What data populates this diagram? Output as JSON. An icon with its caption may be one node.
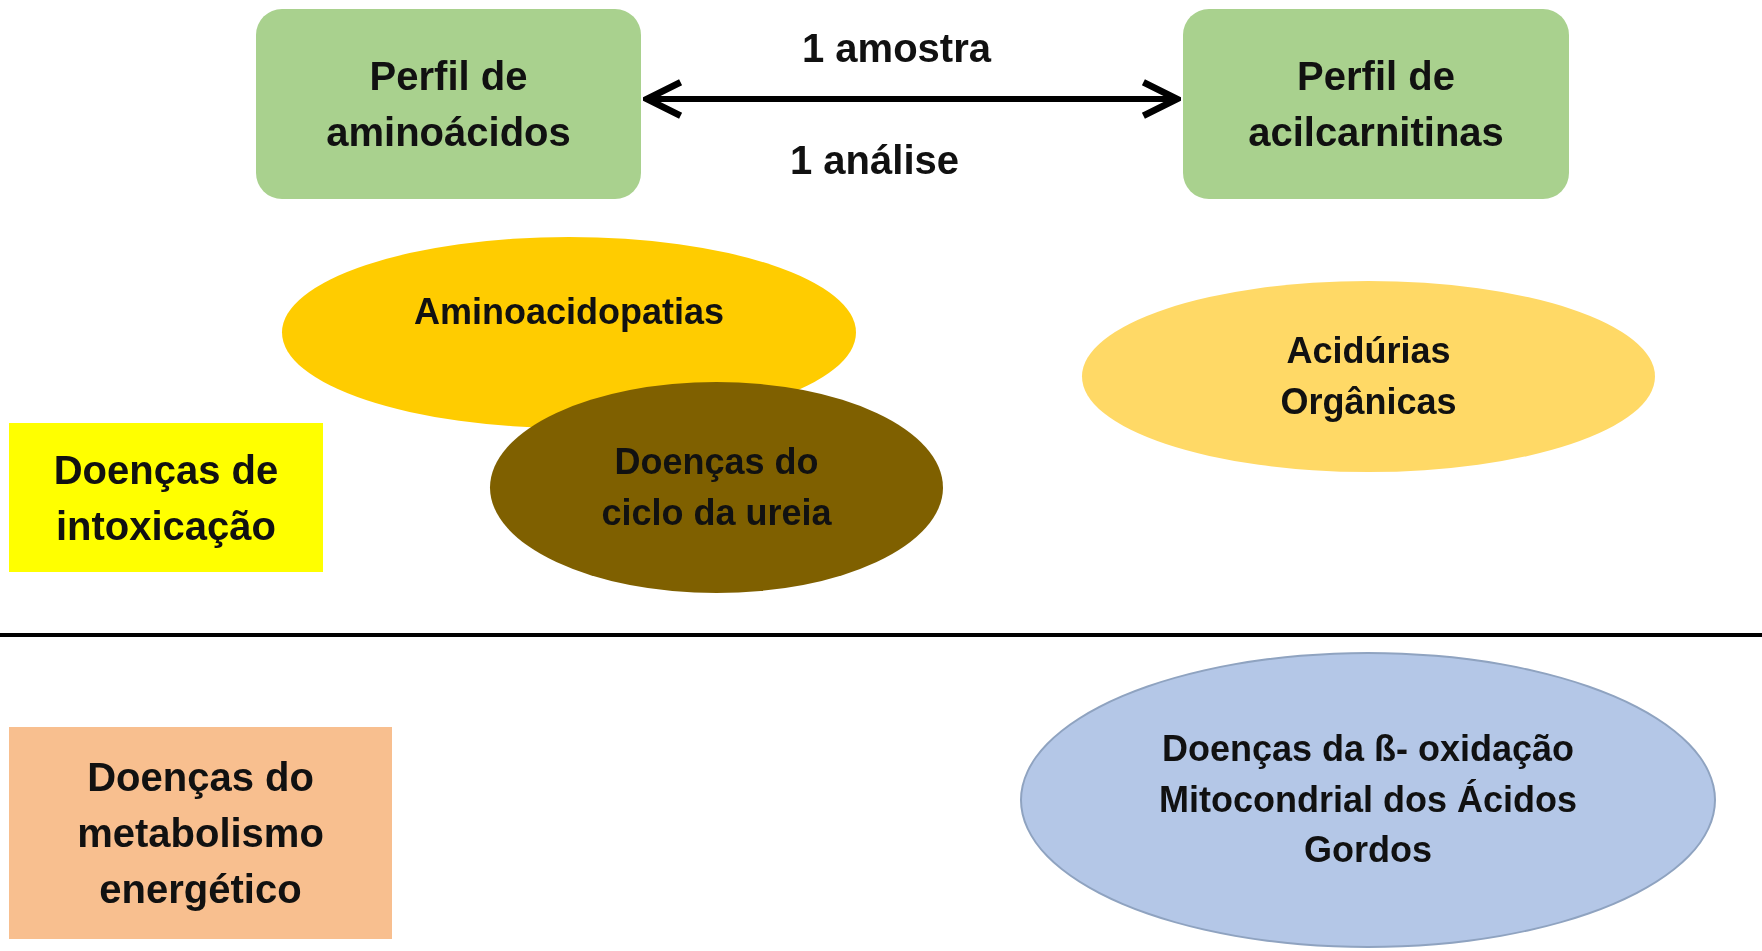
{
  "diagram": {
    "nodes": [
      {
        "text": [
          "Perfil de aminoácidos"
        ]
      },
      {
        "text": [
          "Perfil de acilcarnitinas"
        ]
      },
      {
        "text": [
          "Aminoacidopatias"
        ]
      },
      {
        "text": [
          "Doenças do ciclo da ureia"
        ]
      },
      {
        "text": [
          "Acidúrias Orgânicas"
        ]
      },
      {
        "text": [
          "Doenças de intoxicação"
        ]
      },
      {
        "text": [
          "Doenças do metabolismo energético"
        ]
      },
      {
        "text": [
          "Doenças da ß- oxidação Mitocondrial dos Ácidos Gordos"
        ]
      }
    ],
    "edges": [
      {
        "from": 0,
        "to": 1,
        "arrow": "both",
        "label": "1 amostra"
      }
    ],
    "labels": [
      "1 análise"
    ]
  }
}
